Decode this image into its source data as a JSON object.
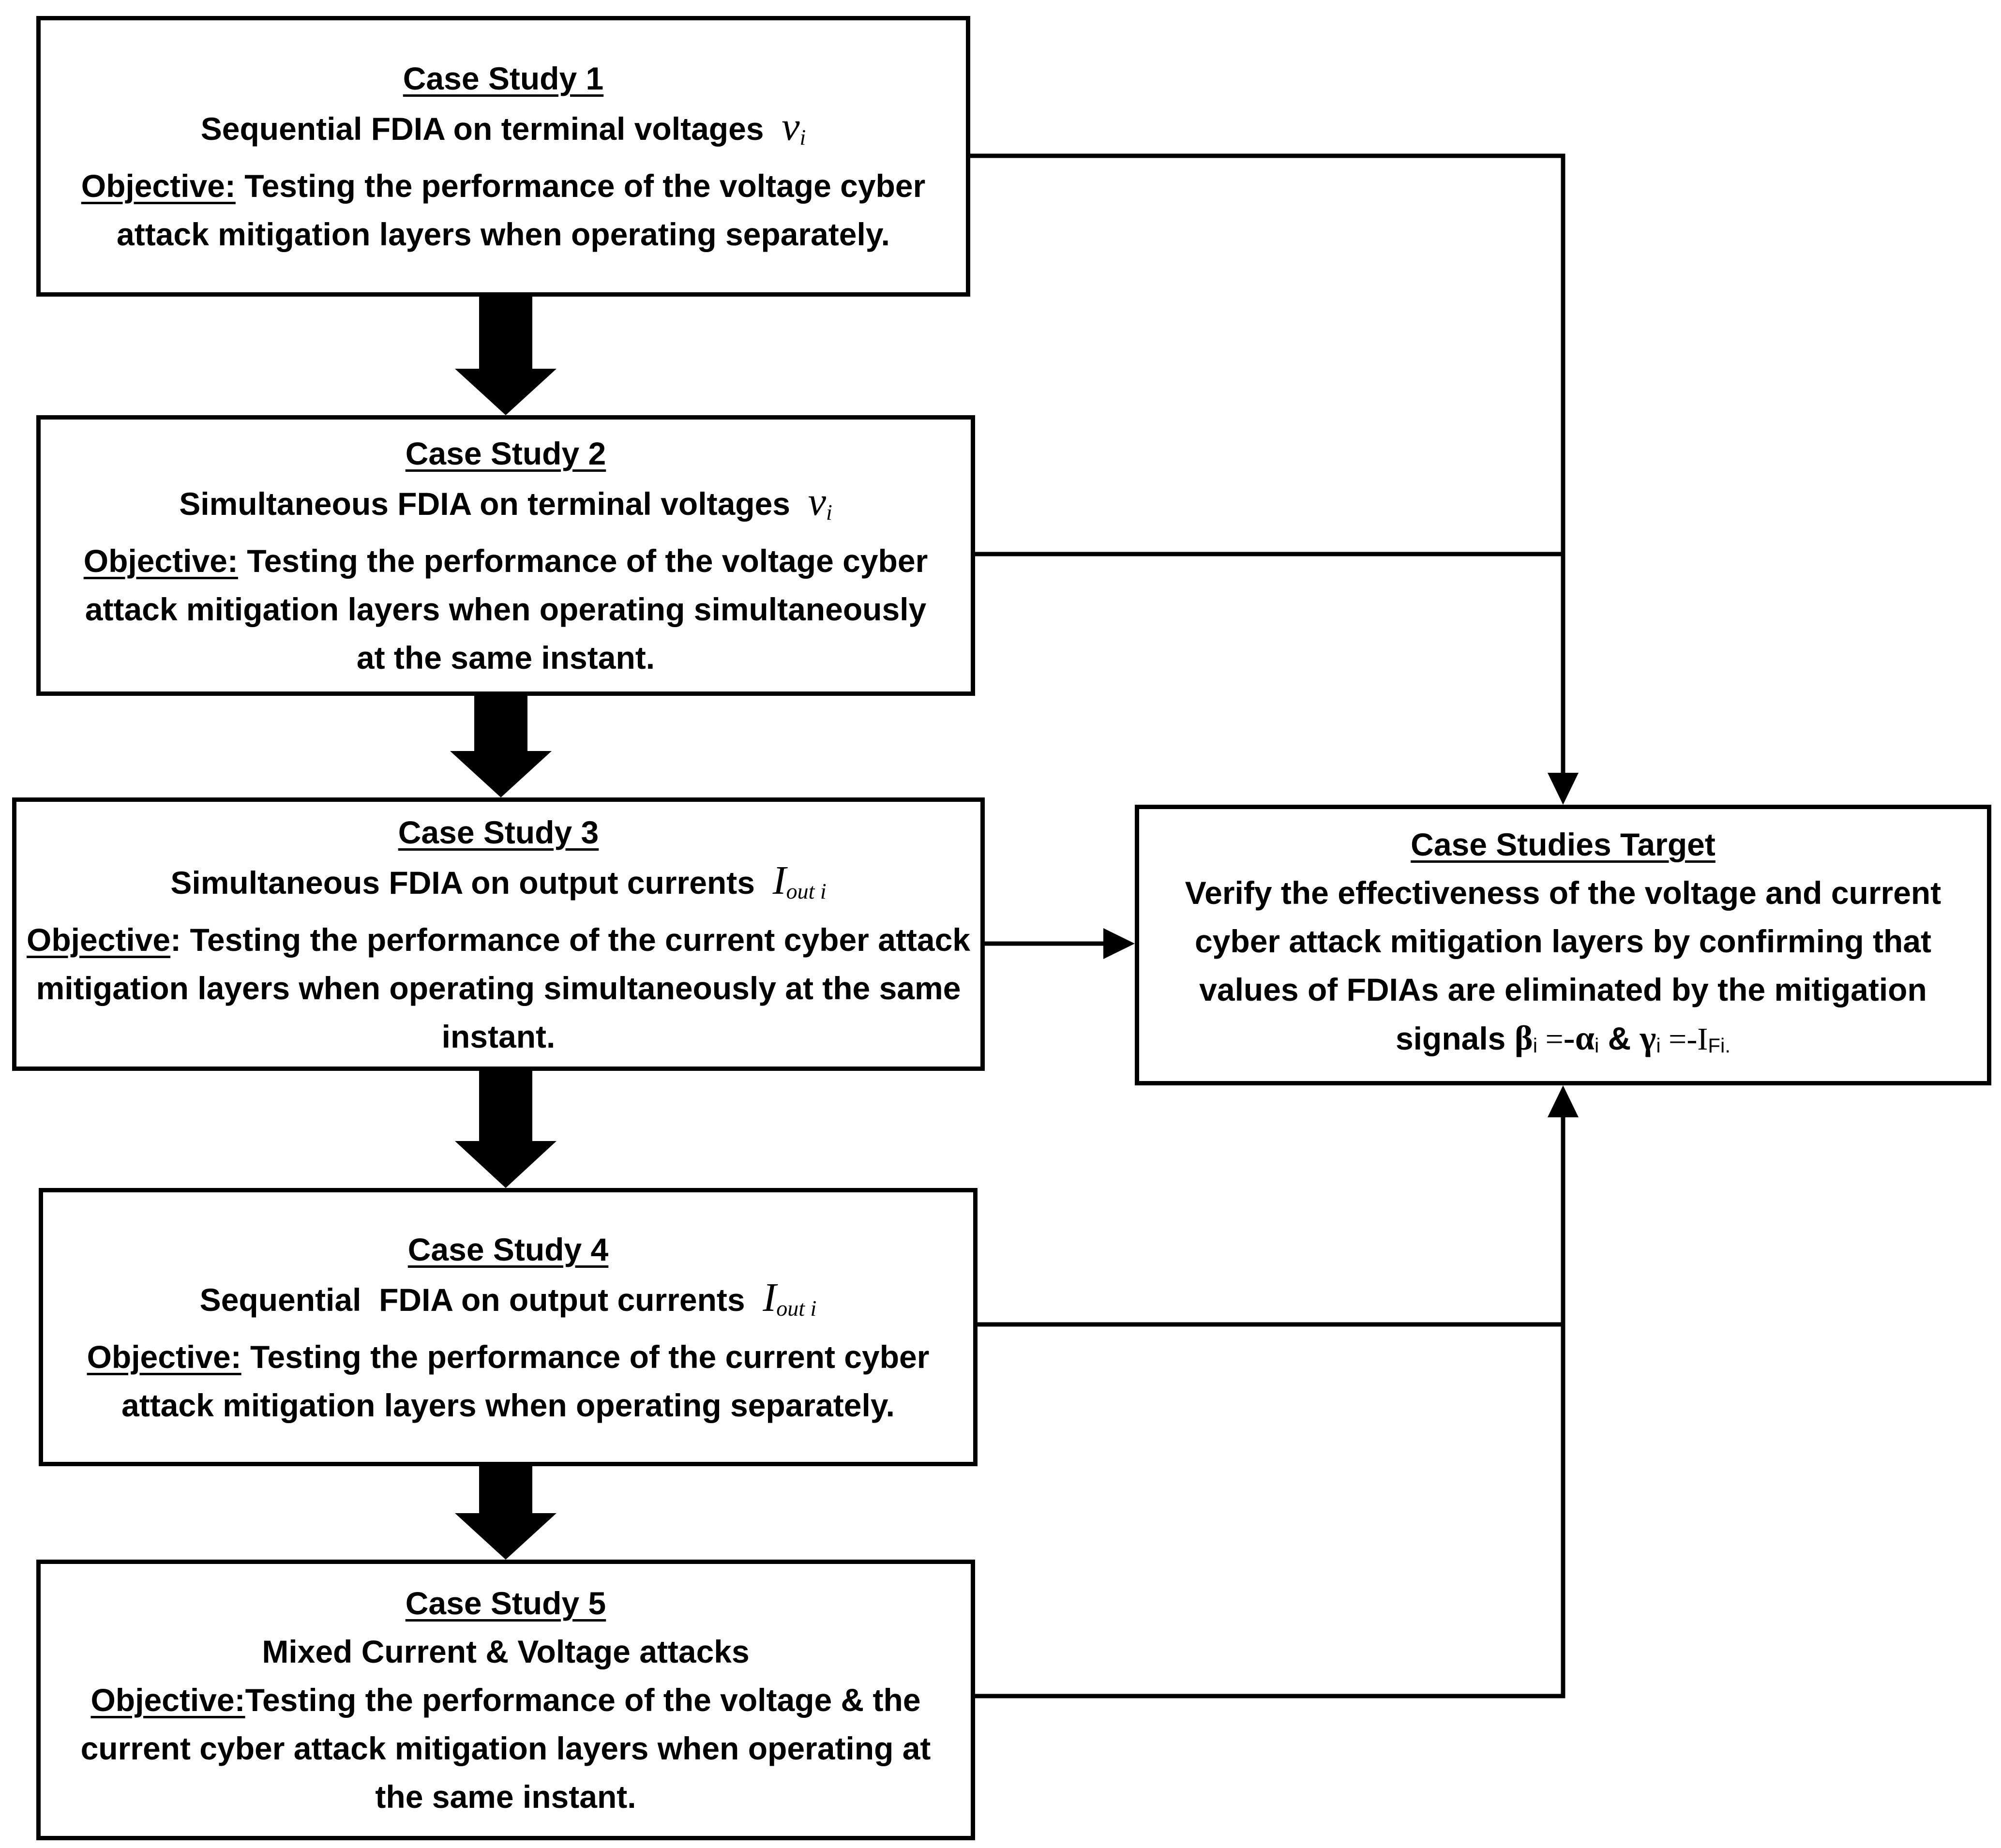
{
  "case_studies": [
    {
      "title": "Case Study 1",
      "description": "Sequential FDIA on terminal voltages",
      "symbol": "v",
      "symbol_sub": "i",
      "objective_label": "Objective:",
      "objective_text": "Testing the performance of the voltage cyber attack mitigation layers when operating separately."
    },
    {
      "title": "Case Study 2",
      "description": "Simultaneous FDIA on terminal voltages",
      "symbol": "v",
      "symbol_sub": "i",
      "objective_label": "Objective:",
      "objective_text": "Testing the performance of the voltage cyber attack mitigation layers when operating simultaneously at the same instant."
    },
    {
      "title": "Case Study 3",
      "description": "Simultaneous FDIA on output currents",
      "symbol": "I",
      "symbol_sub": "out i",
      "objective_label": "Objective",
      "objective_text": ": Testing the performance of the current cyber attack mitigation layers when operating simultaneously at the same instant."
    },
    {
      "title": "Case Study 4",
      "description": "Sequential  FDIA on output currents",
      "symbol": "I",
      "symbol_sub": "out i",
      "objective_label": "Objective:",
      "objective_text": "Testing the performance of the current cyber attack mitigation layers when operating separately."
    },
    {
      "title": "Case Study 5",
      "description": "Mixed Current & Voltage attacks",
      "symbol": "",
      "symbol_sub": "",
      "objective_label": "Objective:",
      "objective_text": "Testing the performance of the voltage & the current cyber attack mitigation layers when operating at the same instant."
    }
  ],
  "target": {
    "title": "Case Studies Target",
    "text": "Verify the effectiveness of the voltage and current cyber attack mitigation layers by confirming that values of FDIAs are eliminated by the mitigation signals",
    "beta": "β",
    "beta_sub": "i",
    "eq1": " =",
    "alpha": "-α",
    "alpha_sub": "i",
    "amp": " & ",
    "gamma": "γ",
    "gamma_sub": "i",
    "eq2": " =",
    "if_val": "-I",
    "if_sub": "Fi."
  }
}
